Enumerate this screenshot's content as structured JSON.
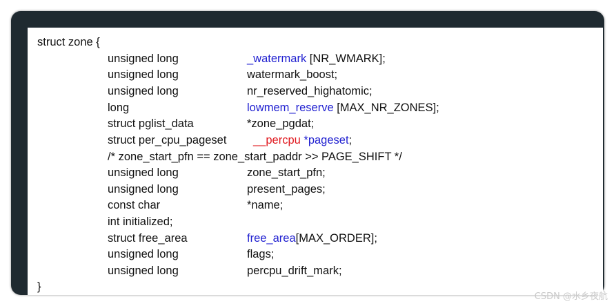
{
  "code": {
    "open": "struct zone {",
    "close": "}",
    "rows": [
      {
        "type": "unsigned long",
        "name": "_watermark",
        "name_rest": " [NR_WMARK];"
      },
      {
        "type": "unsigned long",
        "name": "watermark_boost;"
      },
      {
        "type": "unsigned long",
        "name": "nr_reserved_highatomic;"
      },
      {
        "type": "long",
        "name": "lowmem_reserve",
        "name_rest": " [MAX_NR_ZONES];"
      },
      {
        "type": "struct pglist_data",
        "name": "*zone_pgdat;"
      },
      {
        "type": "struct per_cpu_pageset",
        "qualifier": "__percpu",
        "name": "*pageset",
        "name_rest": ";"
      },
      {
        "comment": "/* zone_start_pfn == zone_start_paddr >> PAGE_SHIFT */"
      },
      {
        "type": "unsigned long",
        "name": "zone_start_pfn;"
      },
      {
        "type": "unsigned long",
        "name": "present_pages;"
      },
      {
        "type": "const char",
        "name": "*name;"
      },
      {
        "type": "int initialized;"
      },
      {
        "type": "struct free_area",
        "name": "free_area",
        "name_rest": "[MAX_ORDER];"
      },
      {
        "type": "unsigned long",
        "name": "flags;"
      },
      {
        "type": "unsigned long",
        "name": "percpu_drift_mark;"
      }
    ]
  },
  "watermark": "CSDN @水乡夜航",
  "colors": {
    "frame": "#1f2a30",
    "keyword_blue": "#1f1fd0",
    "keyword_red": "#e0191f"
  }
}
